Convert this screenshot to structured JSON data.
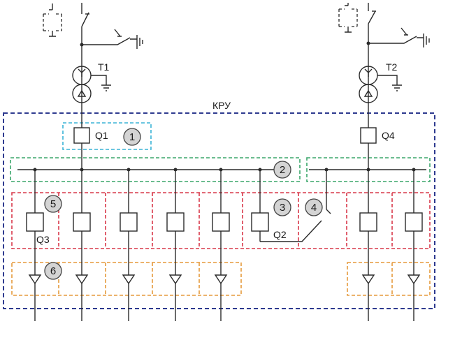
{
  "labels": {
    "kru": "КРУ",
    "t1": "T1",
    "t2": "T2",
    "q1": "Q1",
    "q2": "Q2",
    "q3": "Q3",
    "q4": "Q4"
  },
  "callouts": [
    "1",
    "2",
    "3",
    "4",
    "5",
    "6"
  ],
  "colors": {
    "kru_border": "#2e3a8f",
    "zone_1": "#3ab3d6",
    "zone_2": "#3aa66a",
    "zone_3_5": "#d9384a",
    "zone_6": "#e59a3c",
    "line": "#2a2a2a",
    "badge_fill": "#d4d4d4"
  }
}
